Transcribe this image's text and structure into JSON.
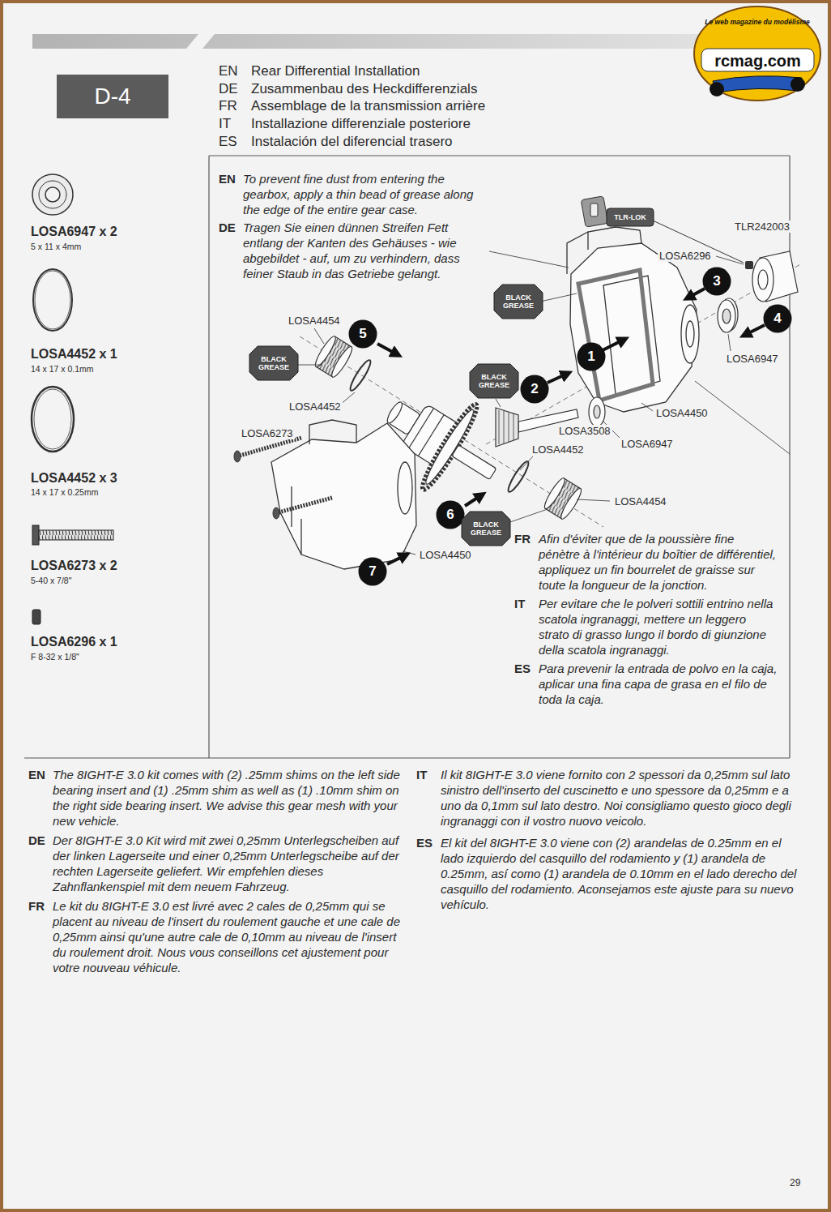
{
  "diagram": {
    "title": "Rear Differential Installation",
    "nodes": [
      {
        "text": [
          "D-4"
        ]
      },
      {
        "text": [
          "TLR-LOK"
        ]
      },
      {
        "text": [
          "BLACK GREASE"
        ]
      },
      {
        "text": [
          "3"
        ]
      },
      {
        "text": [
          "4"
        ]
      },
      {
        "text": [
          "1"
        ]
      },
      {
        "text": [
          "5"
        ]
      },
      {
        "text": [
          "BLACK GREASE"
        ]
      },
      {
        "text": [
          "2"
        ]
      },
      {
        "text": [
          "BLACK GREASE"
        ]
      },
      {
        "text": [
          "6"
        ]
      },
      {
        "text": [
          "BLACK GREASE"
        ]
      },
      {
        "text": [
          "7"
        ]
      }
    ],
    "labels": [
      "EN",
      "DE",
      "Zusammenbau des Heckdifferenzials",
      "FR",
      "Assemblage de la transmission arrière",
      "IT",
      "Installazione differenziale posteriore",
      "ES",
      "Instalación del diferencial trasero",
      "LOSA6947 x 2",
      "5 x 11 x 4mm",
      "LOSA4452 x 1",
      "14 x 17 x 0.1mm",
      "LOSA4452 x 3",
      "14 x 17 x 0.25mm",
      "LOSA6273 x 2",
      "5-40 x 7/8\"",
      "LOSA6296 x 1",
      "F 8-32 x 1/8\"",
      "EN",
      "To prevent fine dust from entering the gearbox, apply a thin bead of grease along the edge of the entire gear case.",
      "DE",
      "Tragen Sie einen dünnen Streifen Fett entlang der Kanten des Gehäuses - wie abgebildet - auf, um zu verhindern, dass feiner Staub in das Getriebe gelangt.",
      "TLR242003",
      "LOSA6296",
      "LOSA6947",
      "LOSA4450",
      "LOSA3508",
      "LOSA6947",
      "LOSA4454",
      "LOSA4452",
      "LOSA6273",
      "LOSA4452",
      "LOSA4454",
      "LOSA4450",
      "FR",
      "Afin d'éviter que de la poussière fine pénètre à l'intérieur du boîtier de différentiel, appliquez un fin bourrelet de graisse sur toute la longueur de la jonction.",
      "IT",
      "Per evitare che le polveri sottili entrino nella scatola ingranaggi, mettere un leggero strato di grasso lungo il bordo di giunzione della scatola ingranaggi.",
      "ES",
      "Para prevenir la entrada de polvo en la caja, aplicar una fina capa de grasa en el filo de toda la caja.",
      "EN",
      "The 8IGHT-E 3.0 kit comes with (2) .25mm shims on the left side bearing insert and (1) .25mm shim as well as (1) .10mm shim on the right side bearing insert. We advise this gear mesh with your new vehicle.",
      "DE",
      "Der 8IGHT-E 3.0 Kit wird mit zwei 0,25mm Unterlegscheiben auf der linken Lagerseite und einer 0,25mm Unterlegscheibe auf der rechten Lagerseite geliefert. Wir empfehlen dieses Zahnflankenspiel mit dem neuem Fahrzeug.",
      "FR",
      "Le kit du 8IGHT-E 3.0 est livré avec 2 cales de 0,25mm qui se placent au niveau de l'insert du roulement gauche et une cale de 0,25mm ainsi qu'une autre cale de 0,10mm au niveau de l'insert du roulement droit. Nous vous conseillons cet ajustement pour votre nouveau véhicule.",
      "IT",
      "Il kit 8IGHT-E 3.0 viene fornito con 2 spessori da 0,25mm sul lato sinistro dell'inserto del cuscinetto e uno spessore da 0,25mm e a uno da 0,1mm sul lato destro. Noi consigliamo questo gioco degli ingranaggi con il vostro nuovo veicolo.",
      "ES",
      "El kit del 8IGHT-E 3.0 viene con (2) arandelas de 0.25mm en el lado izquierdo del casquillo del rodamiento y (1) arandela de 0.25mm, así como (1) arandela de 0.10mm en el lado derecho del casquillo del rodamiento. Aconsejamos este ajuste para su nuevo vehículo.",
      "29",
      "rcmag.com",
      "Le web magazine du modélisme"
    ]
  }
}
